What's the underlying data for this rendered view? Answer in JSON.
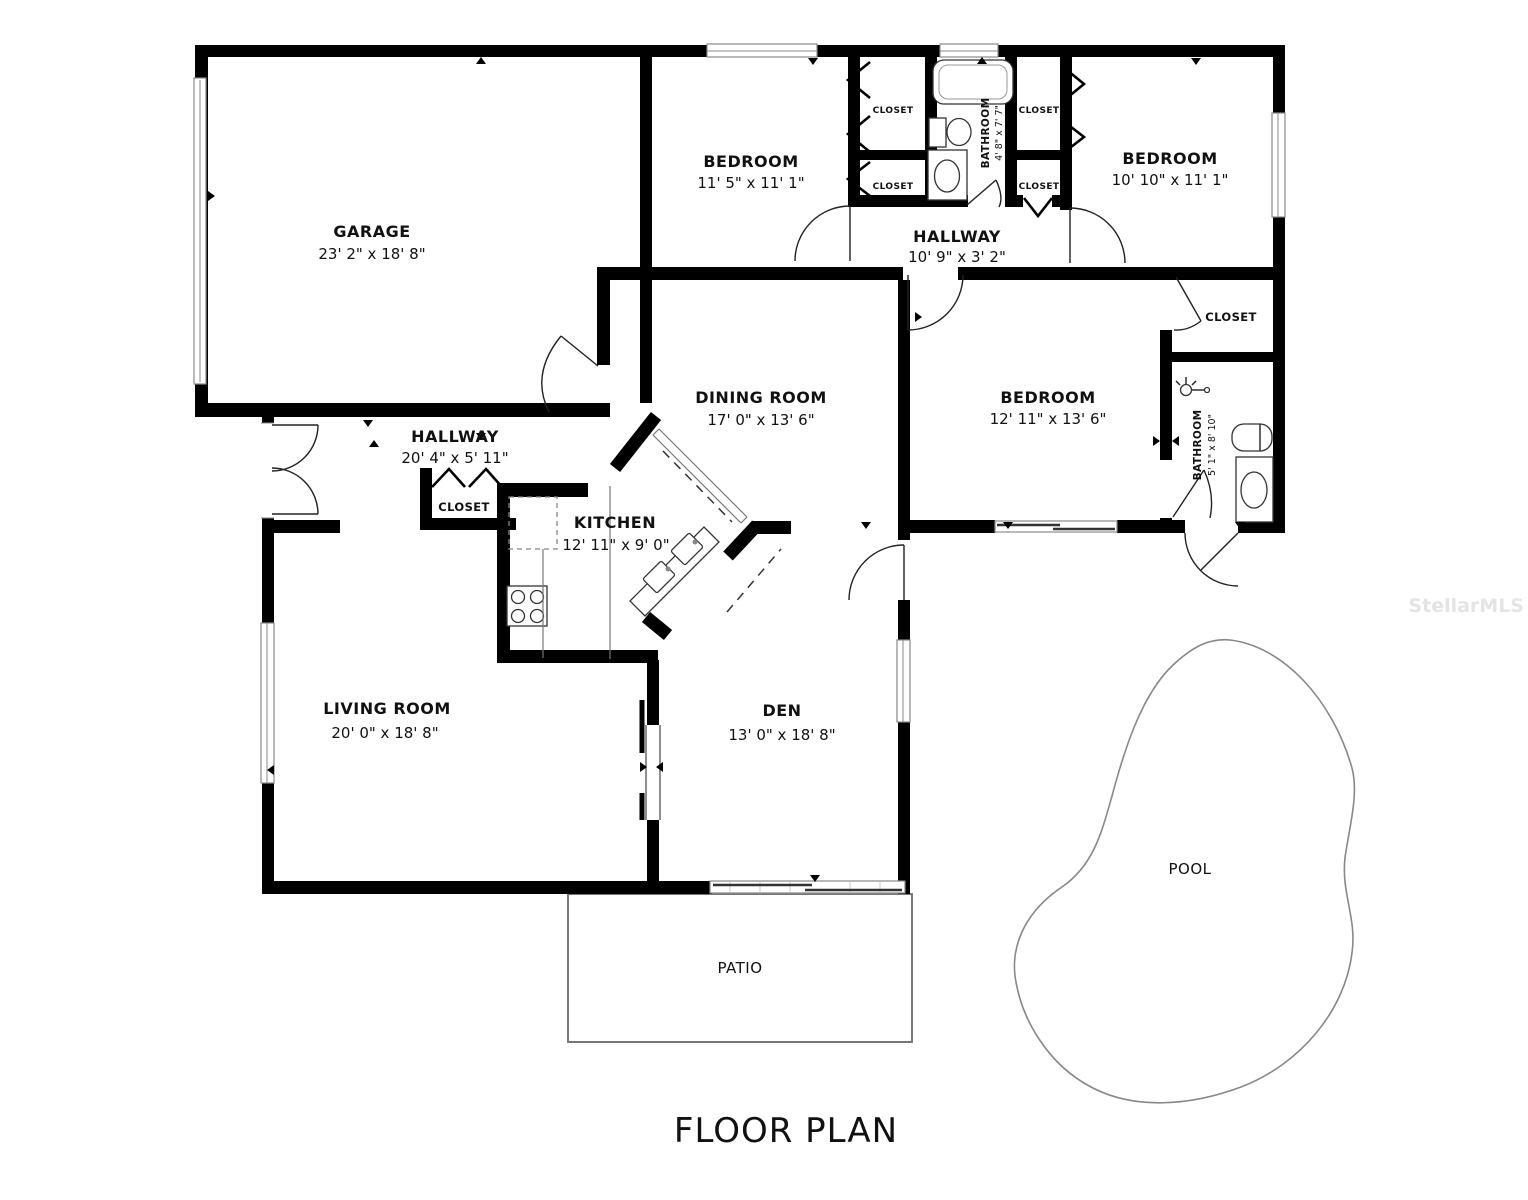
{
  "title": "FLOOR PLAN",
  "watermark": "StellarMLS",
  "colors": {
    "wall": "#000000",
    "background": "#ffffff",
    "outline_light": "#888888",
    "watermark_text": "#e4e4e4"
  },
  "labels": {
    "closet": "CLOSET",
    "patio": "PATIO",
    "pool": "POOL"
  },
  "rooms": {
    "garage": {
      "name": "GARAGE",
      "dims": "23' 2\" x 18' 8\""
    },
    "bedroom_top_mid": {
      "name": "BEDROOM",
      "dims": "11' 5\" x 11' 1\""
    },
    "bedroom_top_right": {
      "name": "BEDROOM",
      "dims": "10' 10\" x 11' 1\""
    },
    "bedroom_right": {
      "name": "BEDROOM",
      "dims": "12' 11\" x 13' 6\""
    },
    "bathroom_top": {
      "name": "BATHROOM",
      "dims": "4' 8\" x 7' 7\""
    },
    "bathroom_right": {
      "name": "BATHROOM",
      "dims": "5' 1\" x 8' 10\""
    },
    "hallway_top": {
      "name": "HALLWAY",
      "dims": "10' 9\" x 3' 2\""
    },
    "hallway_main": {
      "name": "HALLWAY",
      "dims": "20' 4\" x 5' 11\""
    },
    "dining_room": {
      "name": "DINING ROOM",
      "dims": "17' 0\" x 13' 6\""
    },
    "kitchen": {
      "name": "KITCHEN",
      "dims": "12' 11\" x 9' 0\""
    },
    "living_room": {
      "name": "LIVING ROOM",
      "dims": "20' 0\" x 18' 8\""
    },
    "den": {
      "name": "DEN",
      "dims": "13' 0\" x 18' 8\""
    }
  }
}
